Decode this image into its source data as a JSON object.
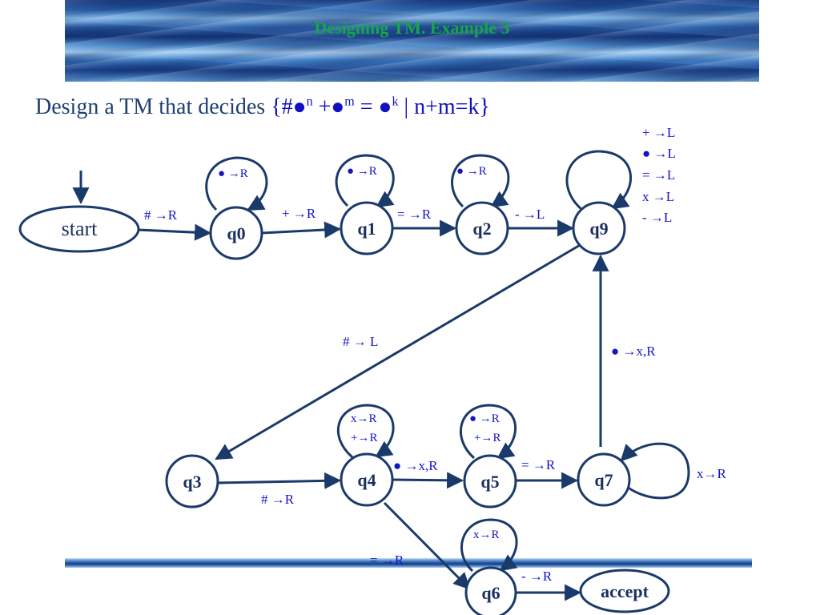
{
  "slide": {
    "title": "Designing TM. Example 3",
    "heading_prefix": "Design a TM that decides",
    "set_open": "{#",
    "sup_n": "n",
    "plus": "+",
    "sup_m": "m",
    "equals": "=",
    "sup_k": "k",
    "condition": "| n+m=k}"
  },
  "states": {
    "start": "start",
    "q0": "q0",
    "q1": "q1",
    "q2": "q2",
    "q9": "q9",
    "q3": "q3",
    "q4": "q4",
    "q5": "q5",
    "q7": "q7",
    "q6": "q6",
    "accept": "accept"
  },
  "transitions": {
    "start_q0": "# →R",
    "q0_loop": "● →R",
    "q0_q1": "+ →R",
    "q1_loop": "● →R",
    "q1_q2": "= →R",
    "q2_loop": "● →R",
    "q2_q9": "- →L",
    "q9_loop": [
      "+ →L",
      "● →L",
      "= →L",
      "x →L",
      "- →L"
    ],
    "q9_q3": "# → L",
    "q7_q9": "● →x,R",
    "q3_q4": "# →R",
    "q4_loop": [
      "x→R",
      "+→R"
    ],
    "q4_q5": "● →x,R",
    "q5_loop": [
      "● →R",
      "+→R"
    ],
    "q5_q7": "= →R",
    "q7_loop": "x→R",
    "q4_q6": "= →R",
    "q6_loop": "x→R",
    "q6_accept": "- →R"
  },
  "colors": {
    "title": "#15a64a",
    "heading": "#1f3f73",
    "set": "#1010c0",
    "edge": "#1a3a6a",
    "label": "#1515c8"
  }
}
